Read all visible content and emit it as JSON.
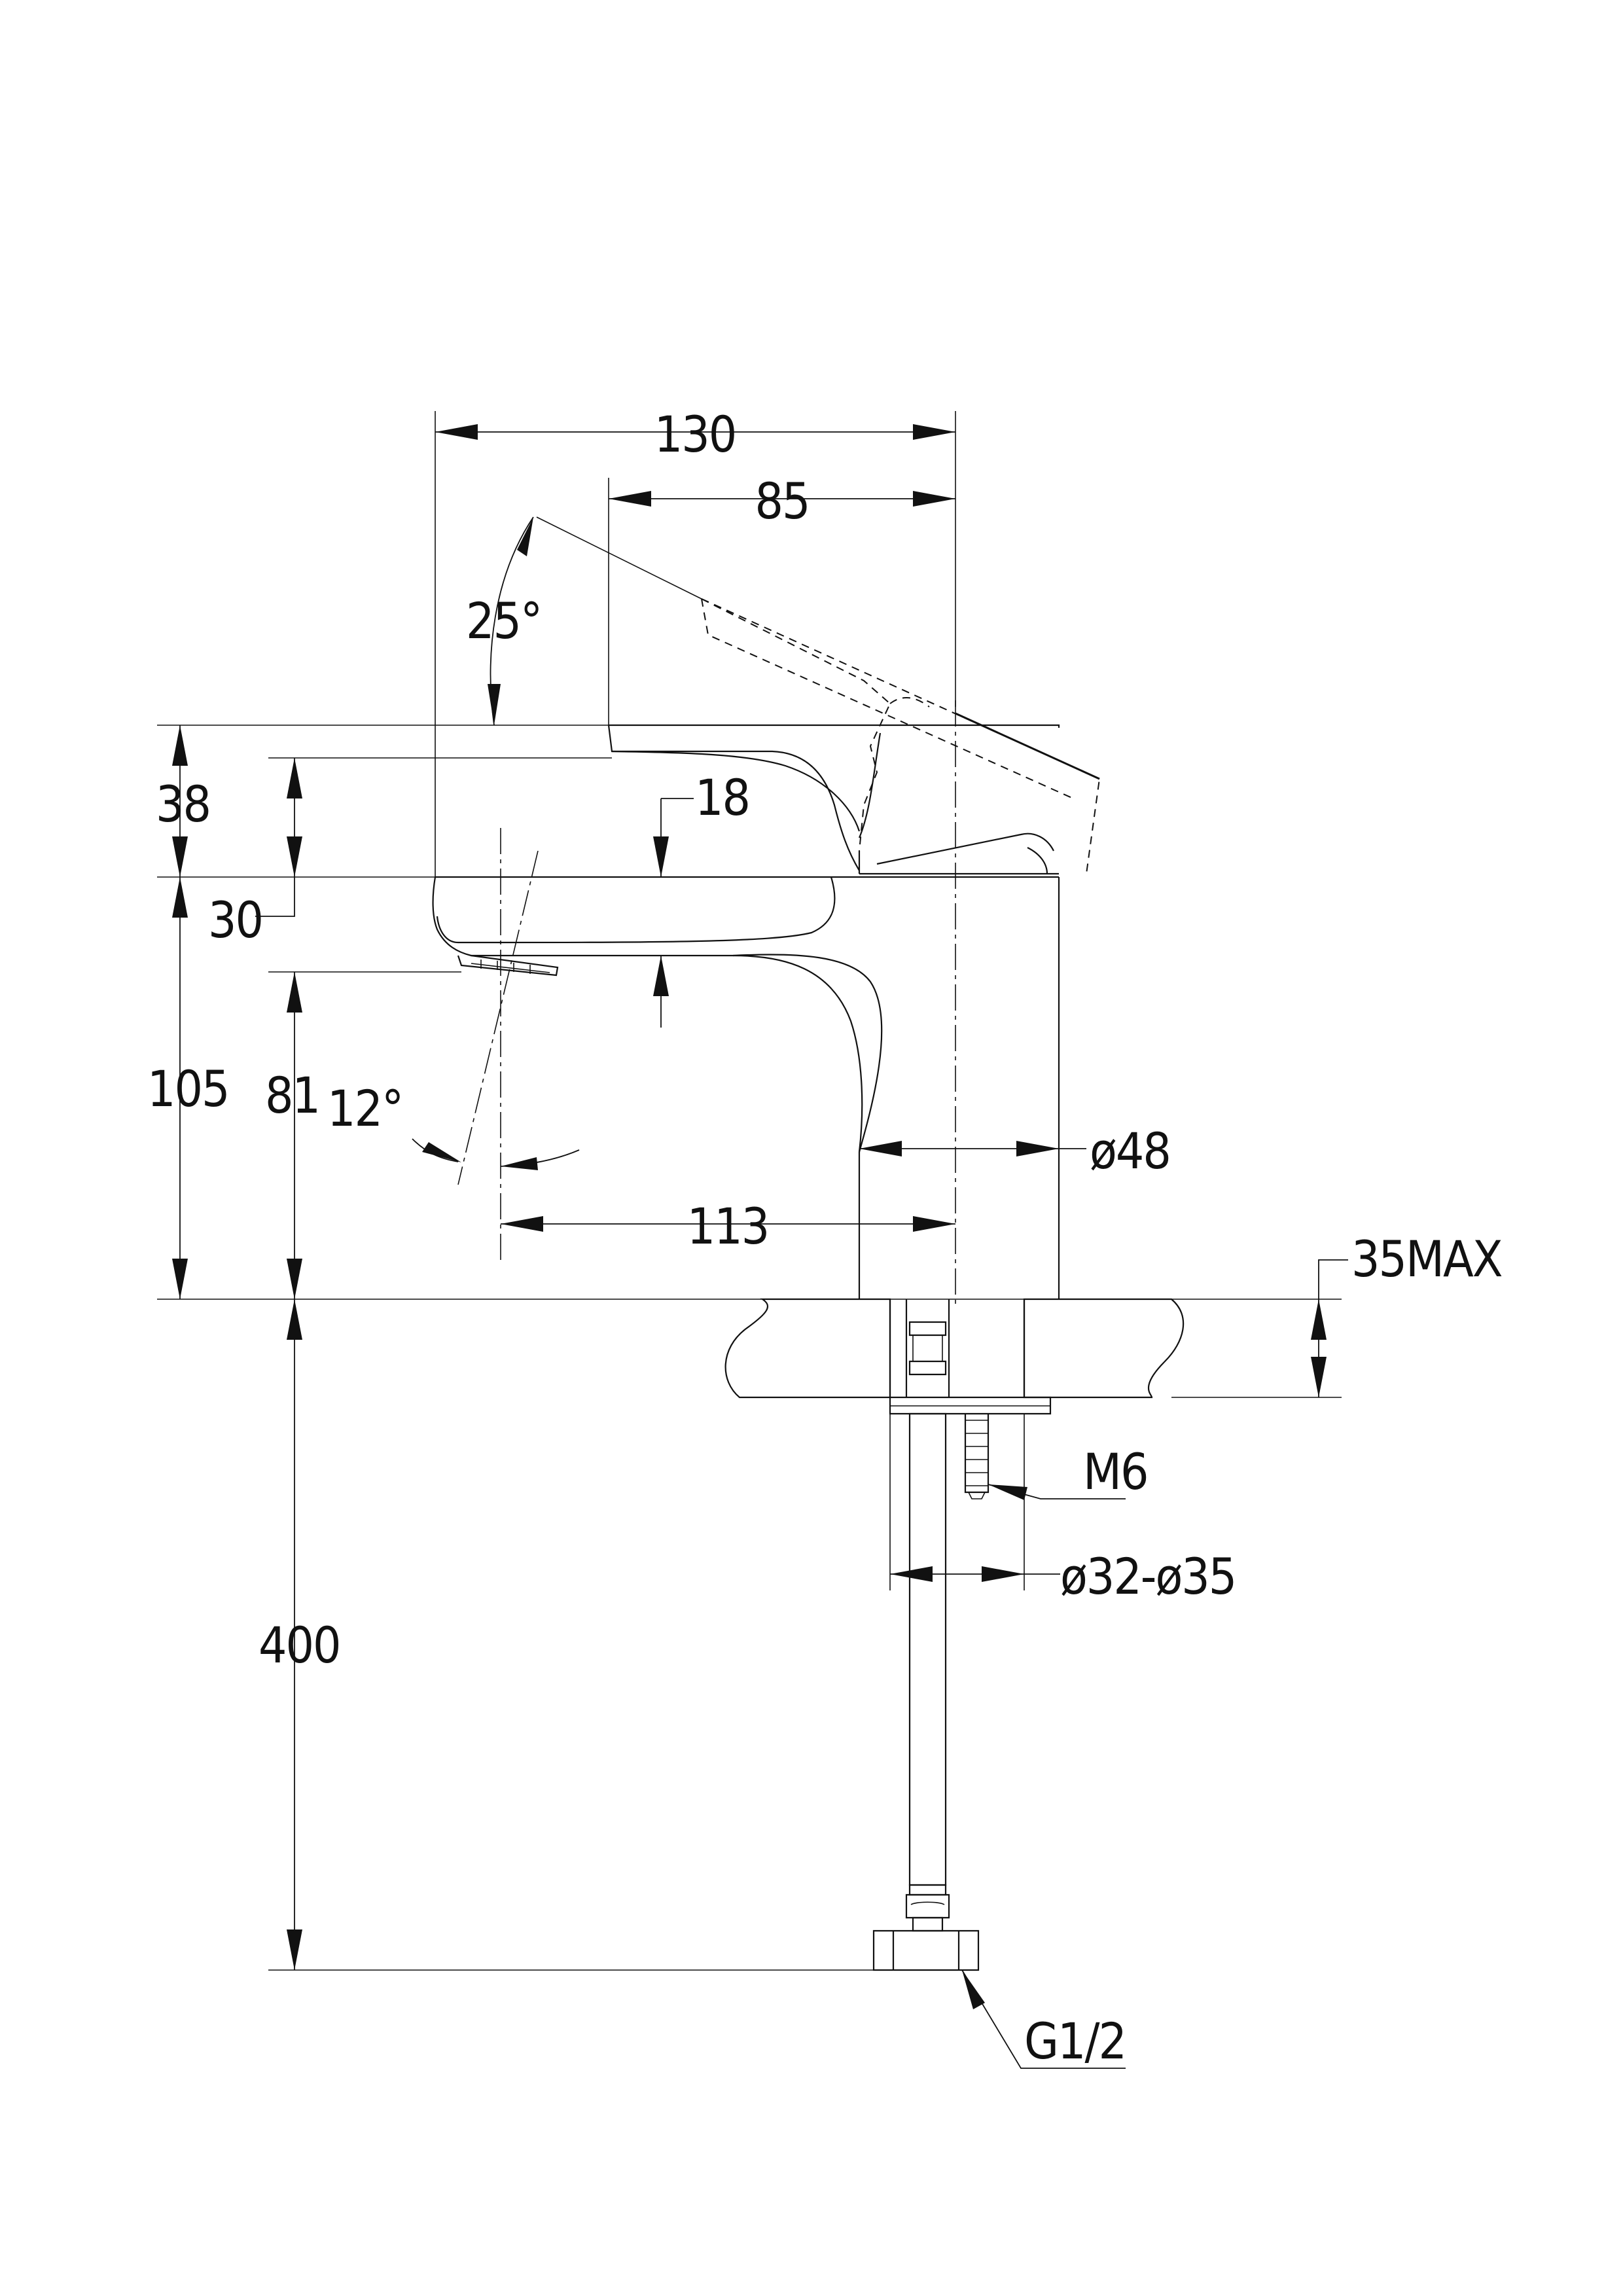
{
  "drawing": {
    "dimensions": {
      "overall_length": "130",
      "handle_length": "85",
      "handle_angle": "25°",
      "body_top_height": "38",
      "spout_height_offset": "30",
      "spout_thickness": "18",
      "spout_height": "105",
      "outlet_height": "81",
      "outlet_angle": "12°",
      "body_diameter": "ø48",
      "spout_reach": "113",
      "counter_thickness": "35MAX",
      "stud_thread": "M6",
      "hole_diameter": "ø32-ø35",
      "hose_length": "400",
      "hose_connection": "G1/2"
    }
  }
}
